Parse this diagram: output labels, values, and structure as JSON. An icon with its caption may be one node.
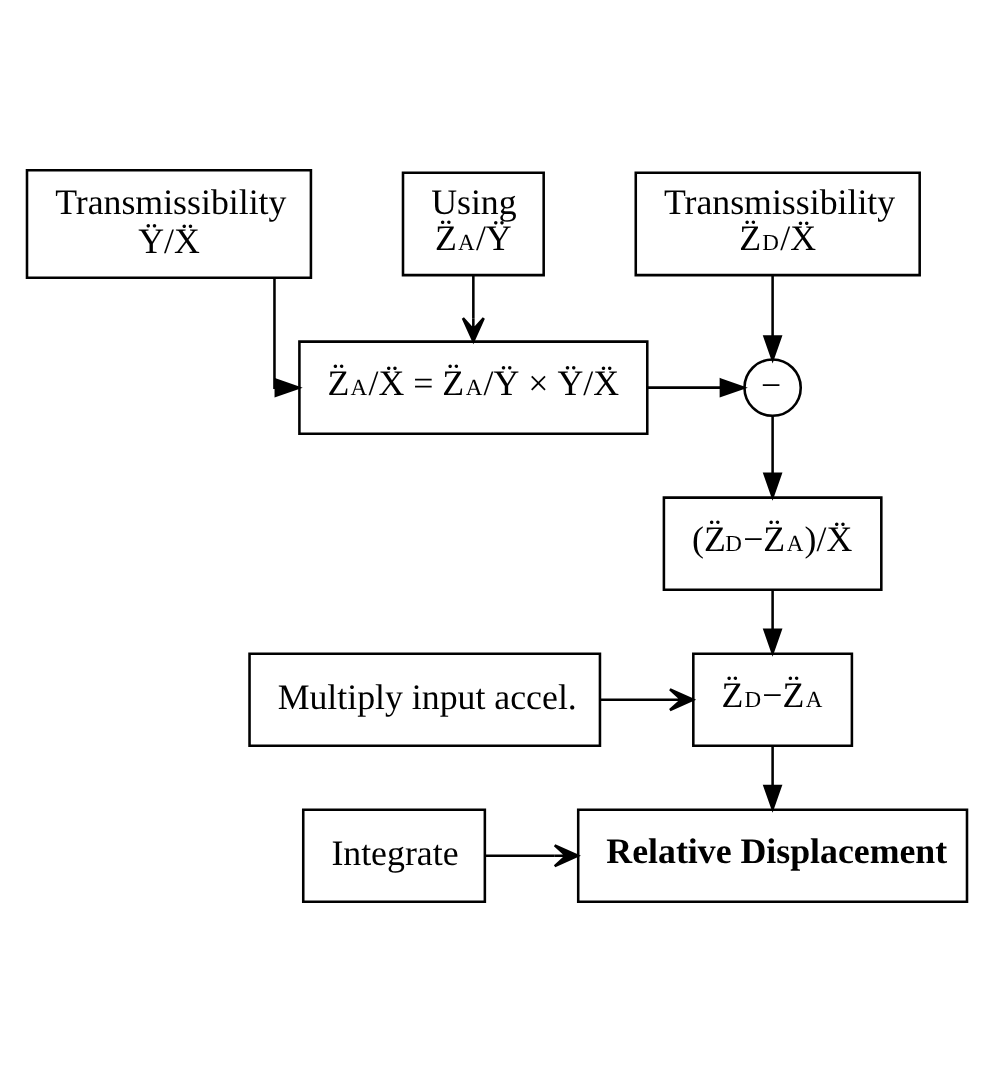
{
  "diagram": {
    "nodes": [
      {
        "text": [
          "Transmissibility",
          "Ÿ/Ẍ"
        ]
      },
      {
        "text": [
          "Transmissibility",
          "Z̈$_{D}$/Ẍ"
        ]
      },
      {
        "text": [
          "Using",
          "Z̈$_{A}$/Ÿ"
        ]
      },
      {
        "text": [
          "Z̈$_{A}$/Ẍ = Z̈$_{A}$/Ÿ × Ÿ/Ẍ"
        ]
      },
      {
        "text": [
          "−"
        ]
      },
      {
        "text": [
          "(Z̈$_{D}$−Z̈$_{A}$)/Ẍ"
        ]
      },
      {
        "text": [
          "Multiply input accel."
        ]
      },
      {
        "text": [
          "Z̈$_{D}$−Z̈$_{A}$"
        ]
      },
      {
        "text": [
          "Integrate"
        ]
      },
      {
        "text": [
          "Relative Displacement"
        ]
      }
    ],
    "edges": [
      {
        "from": 0,
        "to": 3,
        "arrow": "to"
      },
      {
        "from": 2,
        "to": 3,
        "arrow": "to"
      },
      {
        "from": 3,
        "to": 4,
        "arrow": "to"
      },
      {
        "from": 1,
        "to": 4,
        "arrow": "to"
      },
      {
        "from": 4,
        "to": 5,
        "arrow": "to"
      },
      {
        "from": 6,
        "to": 7,
        "arrow": "to"
      },
      {
        "from": 5,
        "to": 7,
        "arrow": "to"
      },
      {
        "from": 8,
        "to": 9,
        "arrow": "to"
      },
      {
        "from": 7,
        "to": 9,
        "arrow": "to"
      }
    ]
  }
}
